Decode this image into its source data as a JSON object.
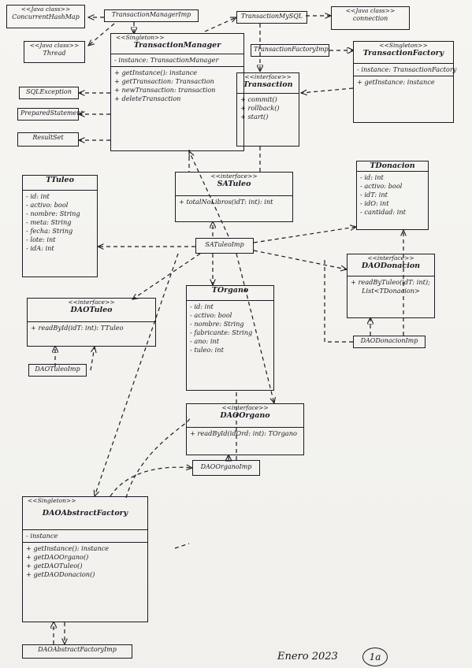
{
  "notes": {
    "conexion_hashmap": {
      "stereotype": "<<Java class>>",
      "name": "ConcurrentHashMap"
    },
    "transaction_manager_imp": {
      "name": "TransactionManagerImp"
    },
    "thread": {
      "stereotype": "<<Java class>>",
      "name": "Thread"
    },
    "transaction_mysql": {
      "name": "TransactionMySQL"
    },
    "connection": {
      "stereotype": "<<Java class>>",
      "name": "connection"
    },
    "transaction_factory_imp": {
      "name": "TransactionFactoryImp"
    },
    "sql_exception": {
      "name": "SQLException"
    },
    "prepared_statement": {
      "name": "PreparedStatement"
    },
    "result_set": {
      "name": "ResultSet"
    },
    "dao_tuleo_imp": {
      "name": "DAOTuleoImp"
    },
    "sa_tuleo_imp": {
      "name": "SATuleoImp"
    },
    "dao_donacion_imp": {
      "name": "DAODonacionImp"
    },
    "dao_organo_imp": {
      "name": "DAOOrganoImp"
    },
    "dao_abstract_factory_imp": {
      "name": "DAOAbstractFactoryImp"
    }
  },
  "classes": {
    "transaction_manager": {
      "stereotype": "<<Singleton>>",
      "name": "TransactionManager",
      "attributes": [
        "- instance: TransactionManager"
      ],
      "methods": [
        "+ getInstance(): instance",
        "+ getTransaction: Transaction",
        "+ newTransaction: transaction",
        "+ deleteTransaction"
      ]
    },
    "transaction": {
      "stereotype": "<<interface>>",
      "name": "Transaction",
      "methods": [
        "+ commit()",
        "+ rollback()",
        "+ start()"
      ]
    },
    "transaction_factory": {
      "stereotype": "<<Singleton>>",
      "name": "TransactionFactory",
      "attributes": [
        "- instance: TransactionFactory"
      ],
      "methods": [
        "+ getInstance: instance"
      ]
    },
    "tdonacion": {
      "name": "TDonacion",
      "attributes": [
        "- id: int",
        "- activo: bool",
        "- idT: int",
        "- idO: int",
        "- cantidad: int"
      ]
    },
    "sa_tuleo": {
      "stereotype": "<<interface>>",
      "name": "SATuleo",
      "methods": [
        "+ totalNoLibros(idT: int): int"
      ]
    },
    "ttuleo": {
      "name": "TTuleo",
      "attributes": [
        "- id: int",
        "- activo: bool",
        "- nombre: String",
        "- meta: String",
        "- fecha: String",
        "- lote: int",
        "- idA: int"
      ]
    },
    "dao_donacion": {
      "stereotype": "<<interface>>",
      "name": "DAODonacion",
      "methods": [
        "+ readByTuleo(idT: int);",
        "List<TDonacion>"
      ]
    },
    "dao_tuleo": {
      "stereotype": "<<interface>>",
      "name": "DAOTuleo",
      "methods": [
        "+ readById(idT: int): TTuleo"
      ]
    },
    "torgano": {
      "name": "TOrgano",
      "attributes": [
        "- id: int",
        "- activo: bool",
        "- nombre: String",
        "- fabricante: String",
        "- ano: int",
        "- tuleo: int"
      ]
    },
    "dao_organo": {
      "stereotype": "<<interface>>",
      "name": "DAOOrgano",
      "methods": [
        "+ readById(idOrd: int): TOrgano"
      ]
    },
    "dao_abstract_factory": {
      "stereotype": "<<Singleton>>",
      "name": "DAOAbstractFactory",
      "attributes": [
        "- instance"
      ],
      "methods": [
        "+ getInstance(): instance",
        "+ getDAOOrgano()",
        "+ getDAOTuleo()",
        "+ getDAODonacion()"
      ]
    }
  },
  "footer": {
    "date": "Enero 2023",
    "page": "1a"
  }
}
